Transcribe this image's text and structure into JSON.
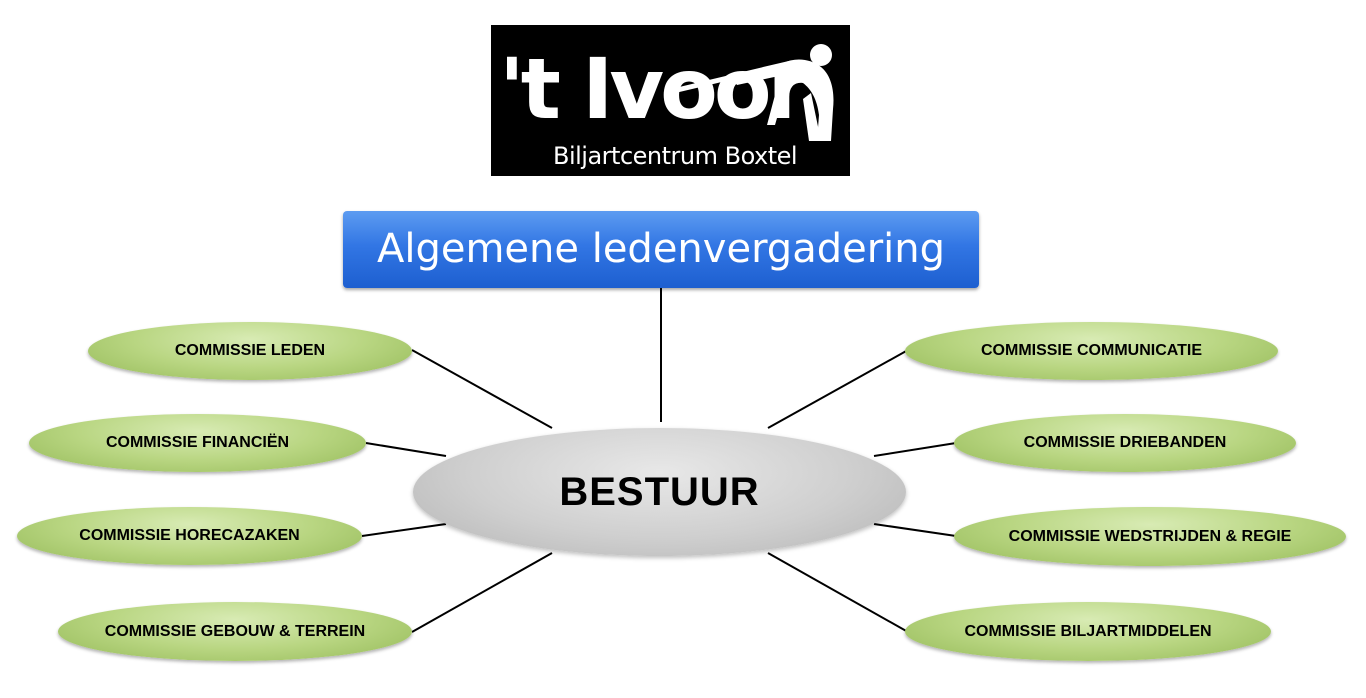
{
  "logo": {
    "brand": "'t Ivoor",
    "subtitle": "Biljartcentrum Boxtel",
    "figure_icon": "billiard-player-silhouette"
  },
  "top_box": {
    "label": "Algemene ledenvergadering"
  },
  "center": {
    "label": "BESTUUR"
  },
  "committees": {
    "left": [
      "COMMISSIE LEDEN",
      "COMMISSIE FINANCIËN",
      "COMMISSIE HORECAZAKEN",
      "COMMISSIE GEBOUW & TERREIN"
    ],
    "right": [
      "COMMISSIE COMMUNICATIE",
      "COMMISSIE DRIEBANDEN",
      "COMMISSIE WEDSTRIJDEN & REGIE",
      "COMMISSIE BILJARTMIDDELEN"
    ]
  },
  "colors": {
    "top_box": "#3276e4",
    "center": "#cfcfcf",
    "committee": "#b9d682",
    "logo_background": "#000000",
    "connector": "#000000"
  }
}
